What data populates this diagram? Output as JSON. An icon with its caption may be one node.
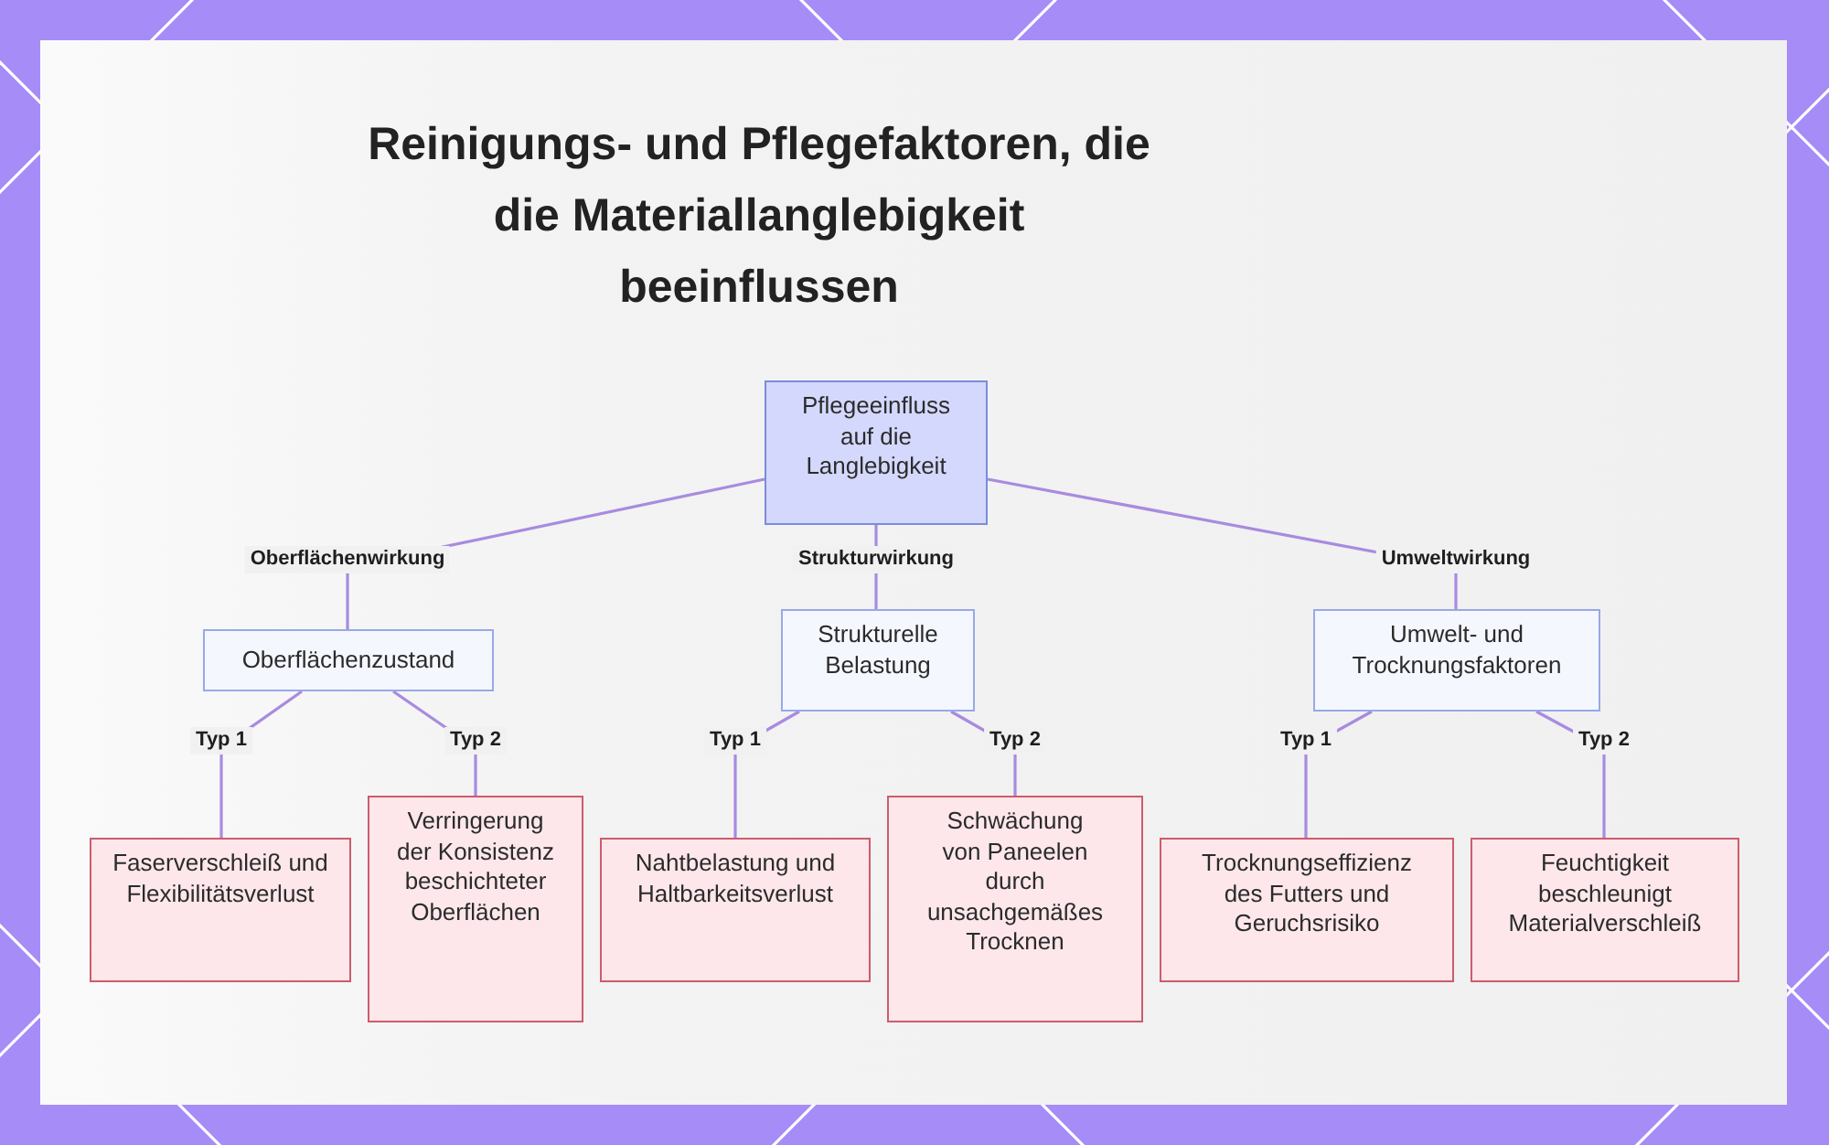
{
  "diagram": {
    "title": "Reinigungs- und Pflegefaktoren, die die Materiallanglebigkeit beeinflussen",
    "nodes": [
      {
        "text": [
          "Pflegeeinfluss auf die Langlebigkeit"
        ]
      },
      {
        "text": [
          "Oberflächenzustand"
        ]
      },
      {
        "text": [
          "Strukturelle Belastung"
        ]
      },
      {
        "text": [
          "Umwelt- und Trocknungsfaktoren"
        ]
      },
      {
        "text": [
          "Faserverschleiß und Flexibilitätsverlust"
        ]
      },
      {
        "text": [
          "Verringerung der Konsistenz beschichteter Oberflächen"
        ]
      },
      {
        "text": [
          "Nahtbelastung und Haltbarkeitsverlust"
        ]
      },
      {
        "text": [
          "Schwächung von Paneelen durch unsachgemäßes Trocknen"
        ]
      },
      {
        "text": [
          "Trocknungseffizienz des Futters und Geruchsrisiko"
        ]
      },
      {
        "text": [
          "Feuchtigkeit beschleunigt Materialverschleiß"
        ]
      }
    ],
    "edges": [
      {
        "from": 0,
        "to": 1,
        "arrow": "none",
        "label": "Oberflächenwirkung"
      },
      {
        "from": 0,
        "to": 2,
        "arrow": "none",
        "label": "Strukturwirkung"
      },
      {
        "from": 0,
        "to": 3,
        "arrow": "none",
        "label": "Umweltwirkung"
      },
      {
        "from": 1,
        "to": 4,
        "arrow": "none",
        "label": "Typ 1"
      },
      {
        "from": 1,
        "to": 5,
        "arrow": "none",
        "label": "Typ 2"
      },
      {
        "from": 2,
        "to": 6,
        "arrow": "none",
        "label": "Typ 1"
      },
      {
        "from": 2,
        "to": 7,
        "arrow": "none",
        "label": "Typ 2"
      },
      {
        "from": 3,
        "to": 8,
        "arrow": "none",
        "label": "Typ 1"
      },
      {
        "from": 3,
        "to": 9,
        "arrow": "none",
        "label": "Typ 2"
      }
    ]
  }
}
